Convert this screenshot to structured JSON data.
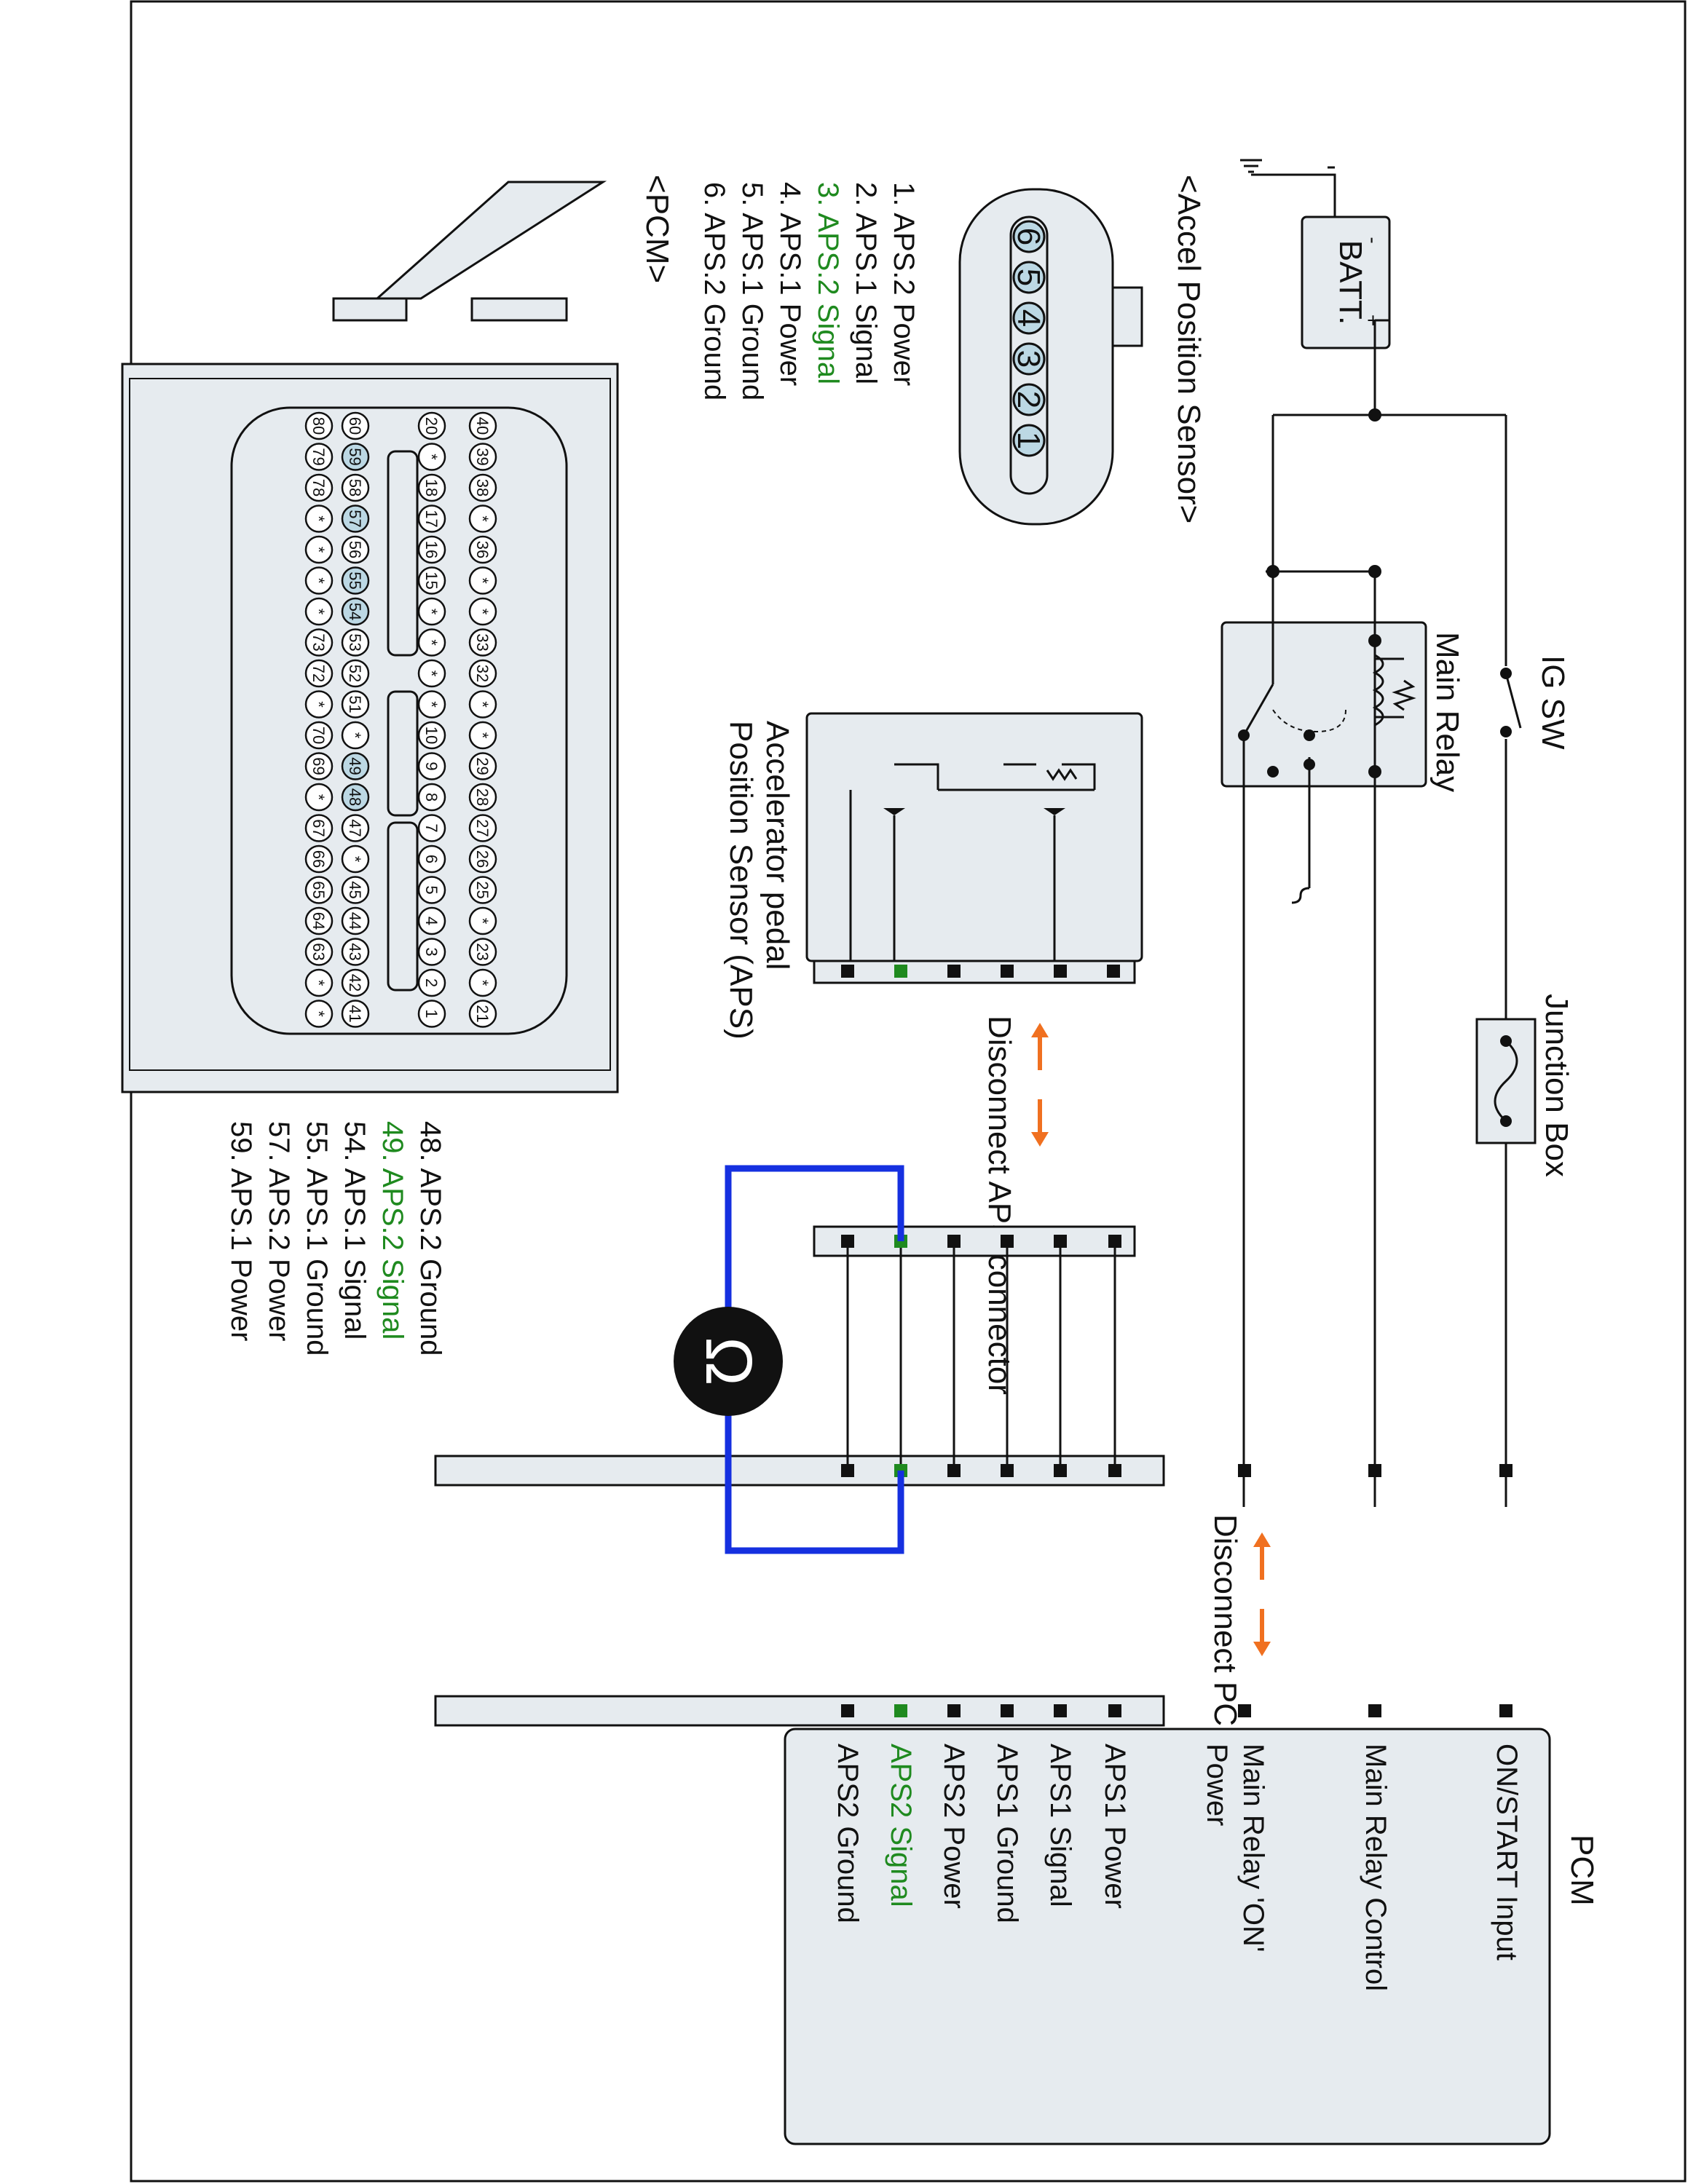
{
  "colors": {
    "highlight_text": "#1f8a1f",
    "jumper_wire": "#1530e0",
    "disconnect_arrow": "#f07020",
    "connector_body": "#e6ebef",
    "pin_fill": "#bcd8e4",
    "wire": "#111111"
  },
  "power": {
    "battery_label": "BATT.",
    "battery_minus": "-",
    "battery_plus": "+",
    "ig_switch_label": "IG SW",
    "main_relay_label": "Main Relay",
    "junction_box_label": "Junction Box"
  },
  "aps_sensor": {
    "title": "<Accel Position Sensor>",
    "pins_shown": [
      "6",
      "5",
      "4",
      "3",
      "2",
      "1"
    ],
    "pins": [
      {
        "text": "1. APS.2 Power",
        "highlight": false
      },
      {
        "text": "2. APS.1 Signal",
        "highlight": false
      },
      {
        "text": "3. APS.2 Signal",
        "highlight": true
      },
      {
        "text": "4. APS.1 Power",
        "highlight": false
      },
      {
        "text": "5. APS.1 Ground",
        "highlight": false
      },
      {
        "text": "6. APS.2 Ground",
        "highlight": false
      }
    ],
    "schematic_label": "Accelerator pedal Position Sensor (APS)"
  },
  "disconnects": {
    "aps": "Disconnect APS connector",
    "pcm": "Disconnect PCM connector"
  },
  "meter": {
    "icon": "ohmmeter-icon",
    "symbol": "Ω"
  },
  "pcm_connector": {
    "title": "<PCM>",
    "row1": [
      "20",
      "*",
      "18",
      "17",
      "16",
      "15",
      "*",
      "*",
      "*",
      "*",
      "10",
      "9",
      "8",
      "7",
      "6",
      "5",
      "4",
      "3",
      "2",
      "1"
    ],
    "row2": [
      "40",
      "39",
      "38",
      "*",
      "36",
      "*",
      "*",
      "33",
      "32",
      "*",
      "*",
      "29",
      "28",
      "27",
      "26",
      "25",
      "*",
      "23",
      "*",
      "21"
    ],
    "row3": [
      "60",
      "59",
      "58",
      "57",
      "56",
      "55",
      "54",
      "53",
      "52",
      "51",
      "*",
      "49",
      "48",
      "47",
      "*",
      "45",
      "44",
      "43",
      "42",
      "41"
    ],
    "row4": [
      "80",
      "79",
      "78",
      "*",
      "*",
      "*",
      "*",
      "73",
      "72",
      "*",
      "70",
      "69",
      "*",
      "67",
      "66",
      "65",
      "64",
      "63",
      "*",
      "*"
    ],
    "highlighted_pins": [
      "59",
      "57",
      "55",
      "54",
      "49",
      "48"
    ],
    "pins": [
      {
        "text": "48. APS.2 Ground",
        "highlight": false
      },
      {
        "text": "49. APS.2 Signal",
        "highlight": true
      },
      {
        "text": "54. APS.1 Signal",
        "highlight": false
      },
      {
        "text": "55. APS.1 Ground",
        "highlight": false
      },
      {
        "text": "57. APS.2 Power",
        "highlight": false
      },
      {
        "text": "59. APS.1 Power",
        "highlight": false
      }
    ]
  },
  "pcm_box": {
    "title": "PCM",
    "terminals": [
      {
        "text": "ON/START Input",
        "highlight": false
      },
      {
        "text": "Main Relay Control",
        "highlight": false
      },
      {
        "text": "Main Relay 'ON'",
        "text2": "Power",
        "highlight": false
      },
      {
        "text": "APS1 Power",
        "highlight": false
      },
      {
        "text": "APS1 Signal",
        "highlight": false
      },
      {
        "text": "APS1 Ground",
        "highlight": false
      },
      {
        "text": "APS2 Power",
        "highlight": false
      },
      {
        "text": "APS2 Signal",
        "highlight": true
      },
      {
        "text": "APS2 Ground",
        "highlight": false
      }
    ]
  }
}
